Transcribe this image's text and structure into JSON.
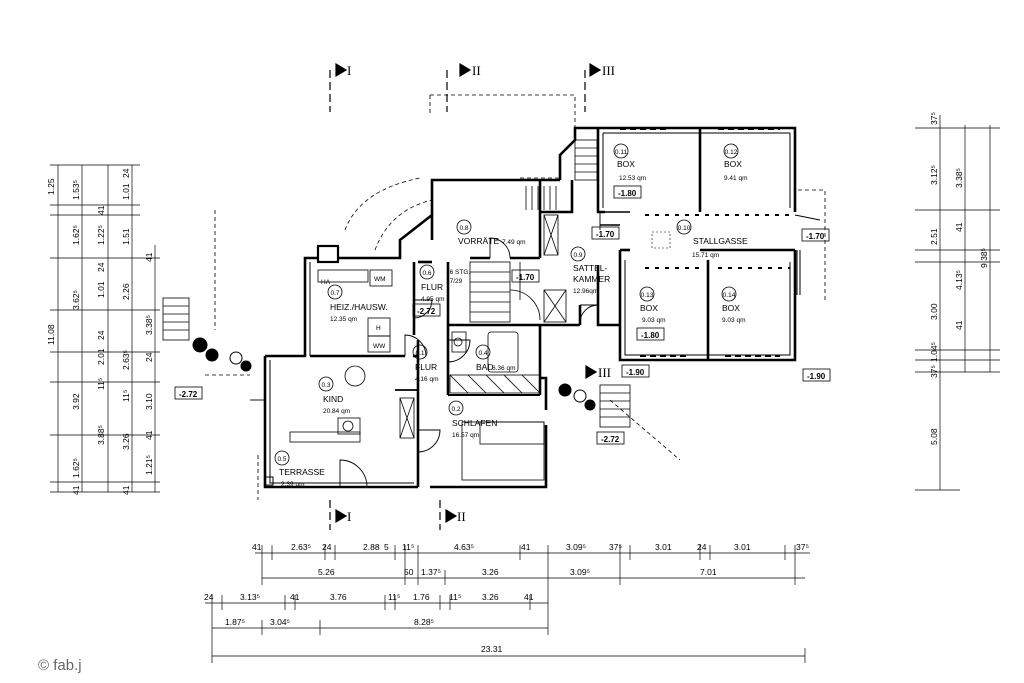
{
  "copyright": "© fab.j",
  "rooms": [
    {
      "id": "0.1",
      "name": "FLUR",
      "area": "4.16 qm"
    },
    {
      "id": "0.2",
      "name": "SCHLAFEN",
      "area": "16.57 qm"
    },
    {
      "id": "0.3",
      "name": "KIND",
      "area": "20.84 qm"
    },
    {
      "id": "0.4",
      "name": "BAD",
      "area": "6.36 qm"
    },
    {
      "id": "0.5",
      "name": "TERRASSE",
      "area": "2.39 qm"
    },
    {
      "id": "0.6",
      "name": "FLUR",
      "area": "4.95 qm"
    },
    {
      "id": "0.7",
      "name": "HEIZ./HAUSW.",
      "area": "12.35 qm"
    },
    {
      "id": "0.8",
      "name": "VORRÄTE",
      "area": "7.49 qm"
    },
    {
      "id": "0.9",
      "name": "SATTEL-",
      "name2": "KAMMER",
      "area": "12.96qm"
    },
    {
      "id": "0.10",
      "name": "STALLGASSE",
      "area": "15.71 qm"
    },
    {
      "id": "0.11",
      "name": "BOX",
      "area": "12.53 qm"
    },
    {
      "id": "0.12",
      "name": "BOX",
      "area": "9.41 qm"
    },
    {
      "id": "0.13",
      "name": "BOX",
      "area": "9.03 qm"
    },
    {
      "id": "0.14",
      "name": "BOX",
      "area": "9.03 qm"
    }
  ],
  "levels": [
    "-1.80",
    "-1.70",
    "-1.70",
    "-1.70",
    "-1.80",
    "-1.90",
    "-1.90",
    "-2.72",
    "-2.72",
    "-2.72"
  ],
  "stair": {
    "line1": "16 STG.",
    "line2": "17/29"
  },
  "fixtures": {
    "wm": "WM",
    "ha": "HA",
    "h": "H",
    "ww": "WW"
  },
  "sections": {
    "s1": "I",
    "s2": "II",
    "s3": "III"
  },
  "dims": {
    "bottom_row1": [
      "41",
      "2.63⁵",
      "24",
      "2.88",
      "5",
      "11⁵",
      "4.63⁵",
      "41",
      "3.09⁵",
      "37⁵",
      "3.01",
      "24",
      "3.01",
      "37⁵"
    ],
    "bottom_row2": [
      "5.26",
      "50",
      "1.37⁵",
      "3.26",
      "3.09⁵",
      "7.01"
    ],
    "bottom_row3": [
      "24",
      "3.13⁵",
      "41",
      "3.76",
      "11⁵",
      "1.76",
      "11⁵",
      "3.26",
      "41"
    ],
    "bottom_row4": [
      "1.87⁵",
      "3.04⁵",
      "8.28⁵"
    ],
    "bottom_total": "23.31",
    "left_col1": [
      "1.25",
      "1.62⁵",
      "3.62⁵",
      "3.92",
      "1.62⁵",
      "41"
    ],
    "left_col1b": [
      "1.53⁵",
      "41",
      "2.01",
      "11⁵",
      "3.88⁵"
    ],
    "left_col2": [
      "24",
      "1.01",
      "1.22⁵",
      "1.51",
      "41",
      "24",
      "1.01",
      "2.26",
      "24",
      "24",
      "11⁵",
      "3.26",
      "1.21⁵",
      "41"
    ],
    "left_col3": [
      "2.63⁵",
      "3.10",
      "3.38⁵",
      "41"
    ],
    "left_total": "11.08",
    "right_col1": [
      "37⁵",
      "3.12⁵",
      "2.51",
      "41",
      "3.00",
      "1.04⁵",
      "41",
      "37⁵",
      "5.08"
    ],
    "right_col2": [
      "3.38⁵",
      "4.13⁵"
    ],
    "right_total": "9.38⁵"
  }
}
